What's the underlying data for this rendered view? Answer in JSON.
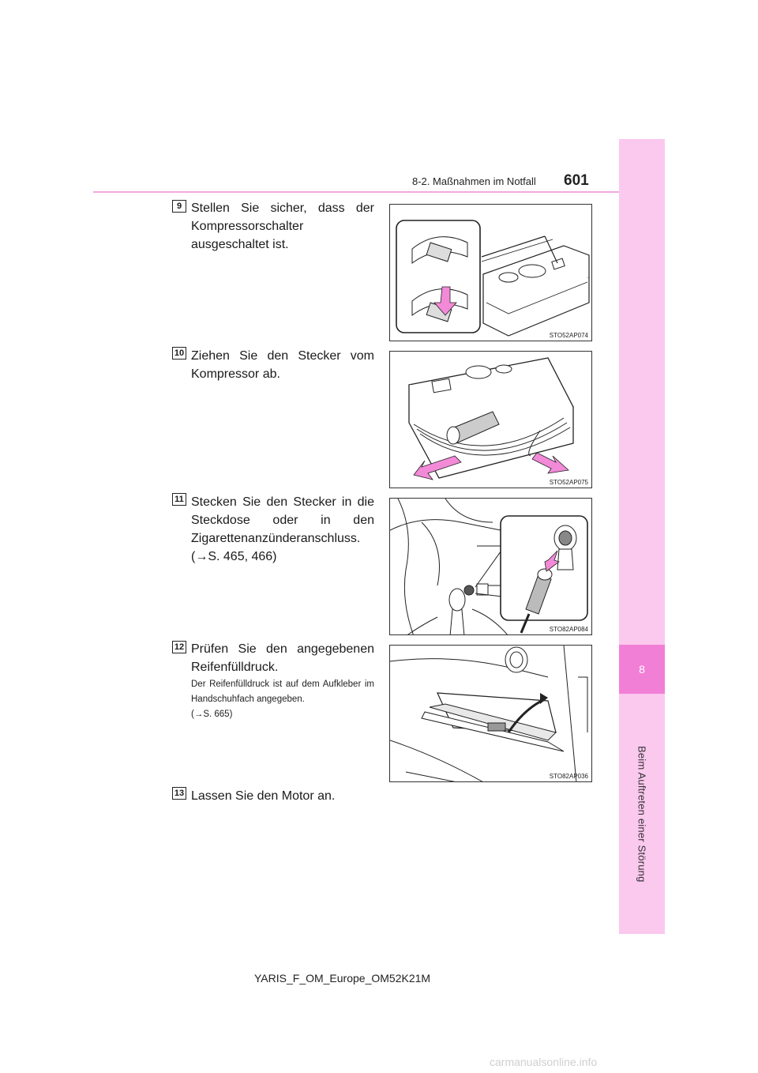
{
  "header": {
    "section_title": "8-2. Maßnahmen im Notfall",
    "page_number": "601"
  },
  "side_tab": {
    "chapter_number": "8",
    "chapter_title": "Beim Auftreten einer Störung"
  },
  "steps": [
    {
      "number": "9",
      "text": "Stellen Sie sicher, dass der Kompressorschalter ausgeschaltet ist.",
      "figure_code": "STO52AP074"
    },
    {
      "number": "10",
      "text": "Ziehen Sie den Stecker vom Kompressor ab.",
      "figure_code": "STO52AP075"
    },
    {
      "number": "11",
      "text": "Stecken Sie den Stecker in die Steckdose oder in den Zigarettenanzünderanschluss.",
      "ref": "(→S. 465, 466)",
      "figure_code": "STO82AP084"
    },
    {
      "number": "12",
      "text": "Prüfen Sie den angegebenen Reifenfülldruck.",
      "note": "Der Reifenfülldruck ist auf dem Aufkleber im Handschuhfach angegeben.",
      "ref": "(→S. 665)",
      "figure_code": "STO82AP036"
    },
    {
      "number": "13",
      "text": "Lassen Sie den Motor an."
    }
  ],
  "footer": {
    "doc_id": "YARIS_F_OM_Europe_OM52K21M"
  },
  "watermark": "carmanualsonline.info",
  "colors": {
    "tab_light": "#fbc8ee",
    "tab_dark": "#f27fd6",
    "header_line": "#f3a9e0",
    "arrow_pink": "#f28ad8"
  }
}
